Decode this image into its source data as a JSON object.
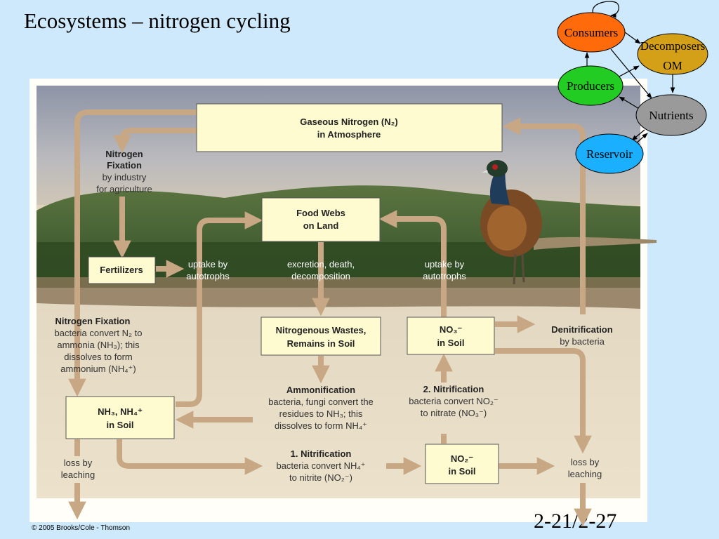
{
  "slide": {
    "title": "Ecosystems – nitrogen cycling",
    "number": "2-21/2-27",
    "copyright": "© 2005 Brooks/Cole - Thomson"
  },
  "diagram": {
    "boxes": {
      "gaseous_n2": [
        "Gaseous Nitrogen (N₂)",
        "in Atmosphere"
      ],
      "food_webs": [
        "Food Webs",
        "on Land"
      ],
      "fertilizers": [
        "Fertilizers"
      ],
      "wastes": [
        "Nitrogenous Wastes,",
        "Remains in Soil"
      ],
      "no3": [
        "NO₃⁻",
        "in Soil"
      ],
      "nh3": [
        "NH₃, NH₄⁺",
        "in Soil"
      ],
      "no2": [
        "NO₂⁻",
        "in Soil"
      ]
    },
    "labels": {
      "fixation_industry_head": [
        "Nitrogen",
        "Fixation"
      ],
      "fixation_industry_body": [
        "by industry",
        "for agriculture"
      ],
      "uptake_left": [
        "uptake by",
        "autotrophs"
      ],
      "excretion": [
        "excretion, death,",
        "decomposition"
      ],
      "uptake_right": [
        "uptake by",
        "autotrophs"
      ],
      "fixation_bact_head": [
        "Nitrogen Fixation"
      ],
      "fixation_bact_body": [
        "bacteria convert N₂ to",
        "ammonia (NH₃); this",
        "dissolves to form",
        "ammonium (NH₄⁺)"
      ],
      "denitrification_head": [
        "Denitrification"
      ],
      "denitrification_body": [
        "by bacteria"
      ],
      "ammonification_head": [
        "Ammonification"
      ],
      "ammonification_body": [
        "bacteria, fungi convert the",
        "residues to NH₃; this",
        "dissolves to form NH₄⁺"
      ],
      "nitrification2_head": [
        "2. Nitrification"
      ],
      "nitrification2_body": [
        "bacteria convert NO₂⁻",
        "to nitrate (NO₃⁻)"
      ],
      "nitrification1_head": [
        "1. Nitrification"
      ],
      "nitrification1_body": [
        "bacteria convert NH₄⁺",
        "to nitrite (NO₂⁻)"
      ],
      "leaching_left": [
        "loss by",
        "leaching"
      ],
      "leaching_right": [
        "loss by",
        "leaching"
      ]
    }
  },
  "mini_diagram": {
    "nodes": {
      "consumers": "Consumers",
      "decomposers": [
        "Decomposers",
        "OM"
      ],
      "producers": "Producers",
      "nutrients": "Nutrients",
      "reservoir": "Reservoir"
    },
    "colors": {
      "consumers": "#ff6a0a",
      "decomposers": "#d4a017",
      "producers": "#22cc22",
      "nutrients": "#9a9a9a",
      "reservoir": "#1ab0ff"
    }
  },
  "colors": {
    "background": "#cde9fb",
    "box_fill": "#fffbd0",
    "arrow": "#c8a884"
  }
}
